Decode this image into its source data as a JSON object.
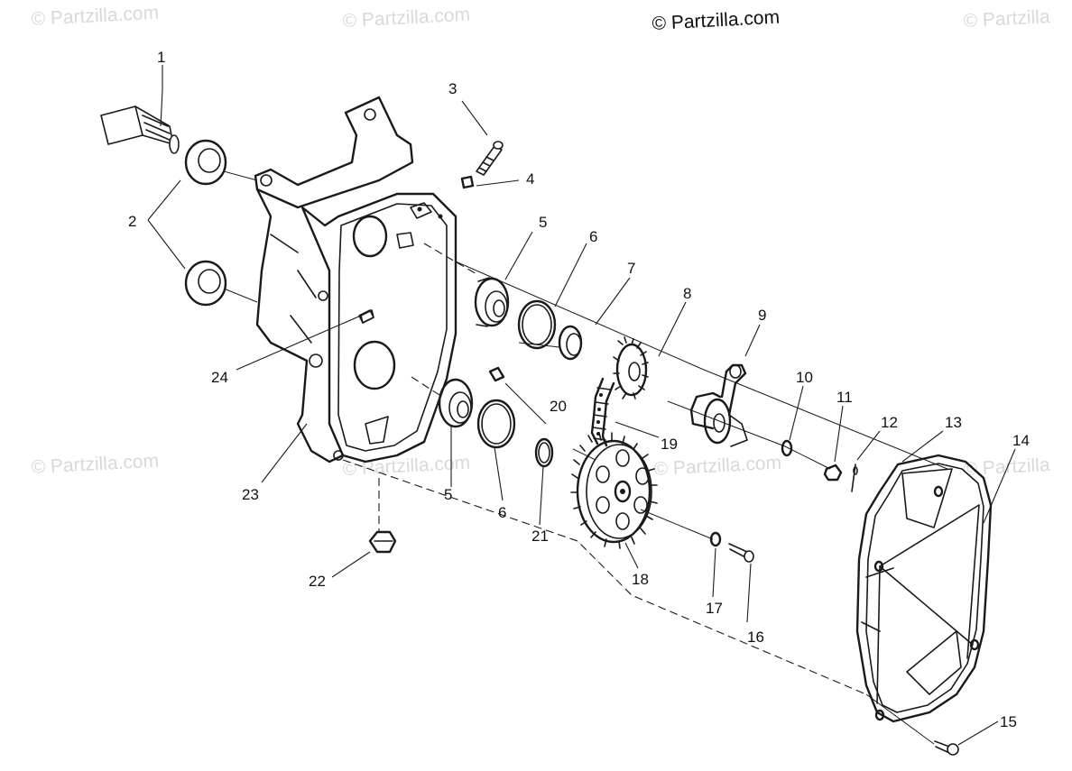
{
  "header": {
    "copyright": "© Partzilla.com"
  },
  "watermarks": {
    "top_left": "© Partzilla.com",
    "top_center": "© Partzilla.com",
    "top_right": "© Partzilla",
    "mid_left": "© Partzilla.com",
    "mid_center": "© Partzilla.com",
    "mid_right": "© Partzilla.com",
    "far_right": "© Partzilla"
  },
  "callouts": {
    "n1": "1",
    "n2": "2",
    "n3": "3",
    "n4": "4",
    "n5a": "5",
    "n5b": "5",
    "n6a": "6",
    "n6b": "6",
    "n7": "7",
    "n8": "8",
    "n9": "9",
    "n10": "10",
    "n11": "11",
    "n12": "12",
    "n13": "13",
    "n14": "14",
    "n15": "15",
    "n16": "16",
    "n17": "17",
    "n18": "18",
    "n19": "19",
    "n20": "20",
    "n21": "21",
    "n22": "22",
    "n23": "23",
    "n24": "24"
  },
  "colors": {
    "line": "#1a1a1a",
    "background": "#ffffff",
    "watermark": "#d9d9d9"
  }
}
